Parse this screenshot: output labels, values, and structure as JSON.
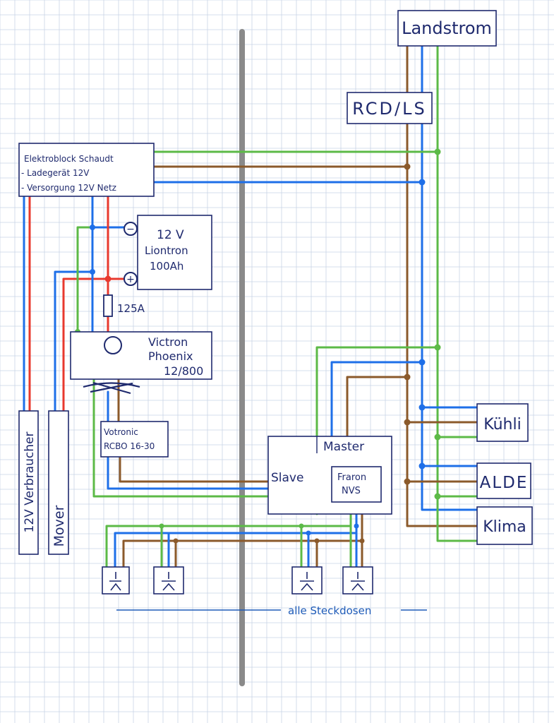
{
  "colors": {
    "brown": "#8b5a2b",
    "blue": "#1e6fe8",
    "green": "#5cba47",
    "red": "#e8392e",
    "ink": "#1f2a6e",
    "divider": "#8a8a8a",
    "grid": "#c9d4e6"
  },
  "boxes": {
    "landstrom": "Landstrom",
    "rcd": "RCD/LS",
    "eblock_title": "Elektroblock Schaudt",
    "eblock_line1": "- Ladegerät 12V",
    "eblock_line2": "- Versorgung 12V Netz",
    "battery_l1": "12 V",
    "battery_l2": "Liontron",
    "battery_l3": "100Ah",
    "fuse": "125A",
    "inverter_l1": "Victron",
    "inverter_l2": "Phoenix",
    "inverter_l3": "12/800",
    "rcbo_l1": "Votronic",
    "rcbo_l2": "RCBO 16-30",
    "slave": "Slave",
    "master": "Master",
    "nvs_l1": "Fraron",
    "nvs_l2": "NVS",
    "kuehli": "Kühli",
    "alde": "ALDE",
    "klima": "Klima",
    "verbraucher": "12V Verbraucher",
    "mover": "Mover",
    "sockets_label": "alle Steckdosen",
    "minus": "−",
    "plus": "+"
  }
}
